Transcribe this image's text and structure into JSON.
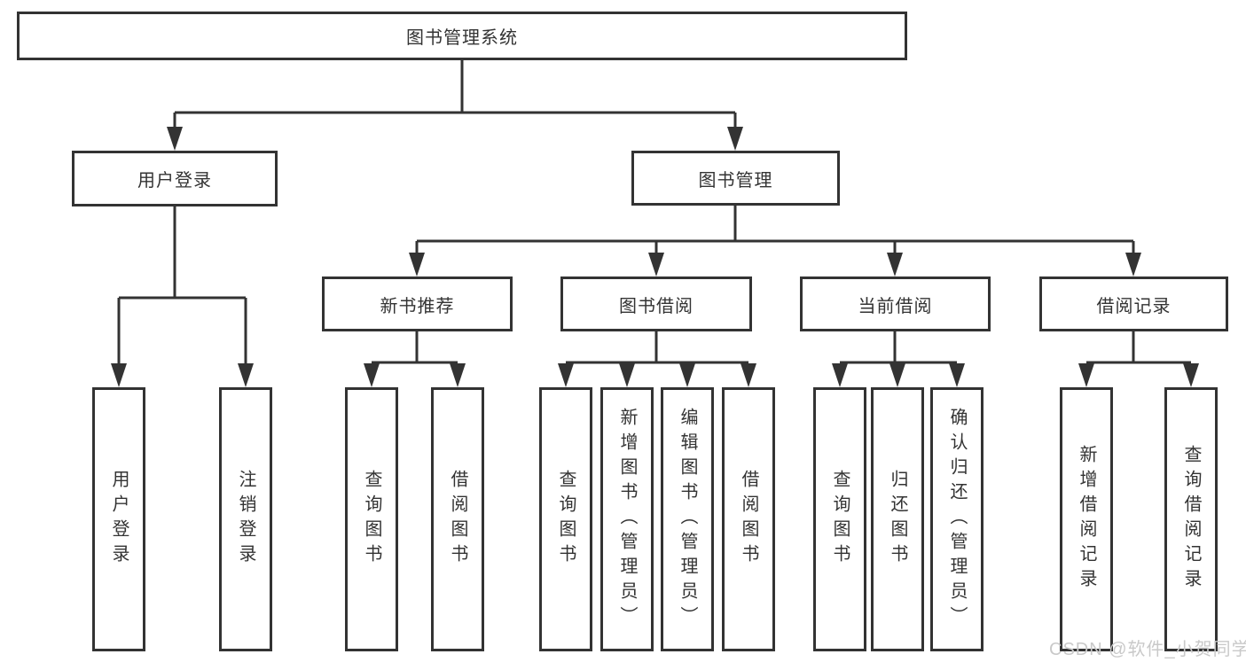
{
  "colors": {
    "line": "#333333",
    "box_border": "#333333",
    "text": "#333333",
    "watermark": "#c9c9c9",
    "background": "#ffffff"
  },
  "nodes": {
    "root": {
      "label": "图书管理系统"
    },
    "user_login": {
      "label": "用户登录"
    },
    "book_management": {
      "label": "图书管理"
    },
    "new_book_recommend": {
      "label": "新书推荐"
    },
    "book_borrow": {
      "label": "图书借阅"
    },
    "current_borrow": {
      "label": "当前借阅"
    },
    "borrow_record": {
      "label": "借阅记录"
    },
    "leaf_user_login": {
      "label": "用户登录"
    },
    "leaf_logout": {
      "label": "注销登录"
    },
    "leaf_nbr_query_books": {
      "label": "查询图书"
    },
    "leaf_nbr_borrow_books": {
      "label": "借阅图书"
    },
    "leaf_bb_query_books": {
      "label": "查询图书"
    },
    "leaf_bb_add_books": {
      "label": "新增图书（管理员）"
    },
    "leaf_bb_edit_books": {
      "label": "编辑图书（管理员）"
    },
    "leaf_bb_borrow_books": {
      "label": "借阅图书"
    },
    "leaf_cb_query_books": {
      "label": "查询图书"
    },
    "leaf_cb_return_books": {
      "label": "归还图书"
    },
    "leaf_cb_confirm_return": {
      "label": "确认归还（管理员）"
    },
    "leaf_br_add_record": {
      "label": "新增借阅记录"
    },
    "leaf_br_query_record": {
      "label": "查询借阅记录"
    }
  },
  "watermark": {
    "text": "CSDN @软件_小贺同学"
  }
}
